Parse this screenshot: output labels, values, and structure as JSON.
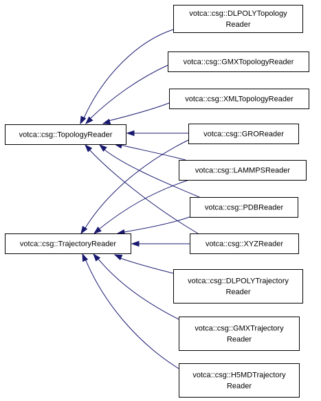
{
  "colors": {
    "edge": "#191970",
    "node_border": "#000000",
    "background": "#ffffff"
  },
  "nodes": [
    {
      "id": "topology-reader",
      "lines": [
        "votca::csg::TopologyReader"
      ]
    },
    {
      "id": "trajectory-reader",
      "lines": [
        "votca::csg::TrajectoryReader"
      ]
    },
    {
      "id": "dlpoly-topology-reader",
      "lines": [
        "votca::csg::DLPOLYTopology",
        "Reader"
      ]
    },
    {
      "id": "gmx-topology-reader",
      "lines": [
        "votca::csg::GMXTopologyReader"
      ]
    },
    {
      "id": "xml-topology-reader",
      "lines": [
        "votca::csg::XMLTopologyReader"
      ]
    },
    {
      "id": "gro-reader",
      "lines": [
        "votca::csg::GROReader"
      ]
    },
    {
      "id": "lammps-reader",
      "lines": [
        "votca::csg::LAMMPSReader"
      ]
    },
    {
      "id": "pdb-reader",
      "lines": [
        "votca::csg::PDBReader"
      ]
    },
    {
      "id": "xyz-reader",
      "lines": [
        "votca::csg::XYZReader"
      ]
    },
    {
      "id": "dlpoly-trajectory-reader",
      "lines": [
        "votca::csg::DLPOLYTrajectory",
        "Reader"
      ]
    },
    {
      "id": "gmx-trajectory-reader",
      "lines": [
        "votca::csg::GMXTrajectory",
        "Reader"
      ]
    },
    {
      "id": "h5md-trajectory-reader",
      "lines": [
        "votca::csg::H5MDTrajectory",
        "Reader"
      ]
    }
  ],
  "edges": [
    {
      "from": "dlpoly-topology-reader",
      "to": "topology-reader"
    },
    {
      "from": "gmx-topology-reader",
      "to": "topology-reader"
    },
    {
      "from": "xml-topology-reader",
      "to": "topology-reader"
    },
    {
      "from": "gro-reader",
      "to": "topology-reader"
    },
    {
      "from": "lammps-reader",
      "to": "topology-reader"
    },
    {
      "from": "pdb-reader",
      "to": "topology-reader"
    },
    {
      "from": "xyz-reader",
      "to": "topology-reader"
    },
    {
      "from": "gro-reader",
      "to": "trajectory-reader"
    },
    {
      "from": "lammps-reader",
      "to": "trajectory-reader"
    },
    {
      "from": "pdb-reader",
      "to": "trajectory-reader"
    },
    {
      "from": "xyz-reader",
      "to": "trajectory-reader"
    },
    {
      "from": "dlpoly-trajectory-reader",
      "to": "trajectory-reader"
    },
    {
      "from": "gmx-trajectory-reader",
      "to": "trajectory-reader"
    },
    {
      "from": "h5md-trajectory-reader",
      "to": "trajectory-reader"
    }
  ]
}
